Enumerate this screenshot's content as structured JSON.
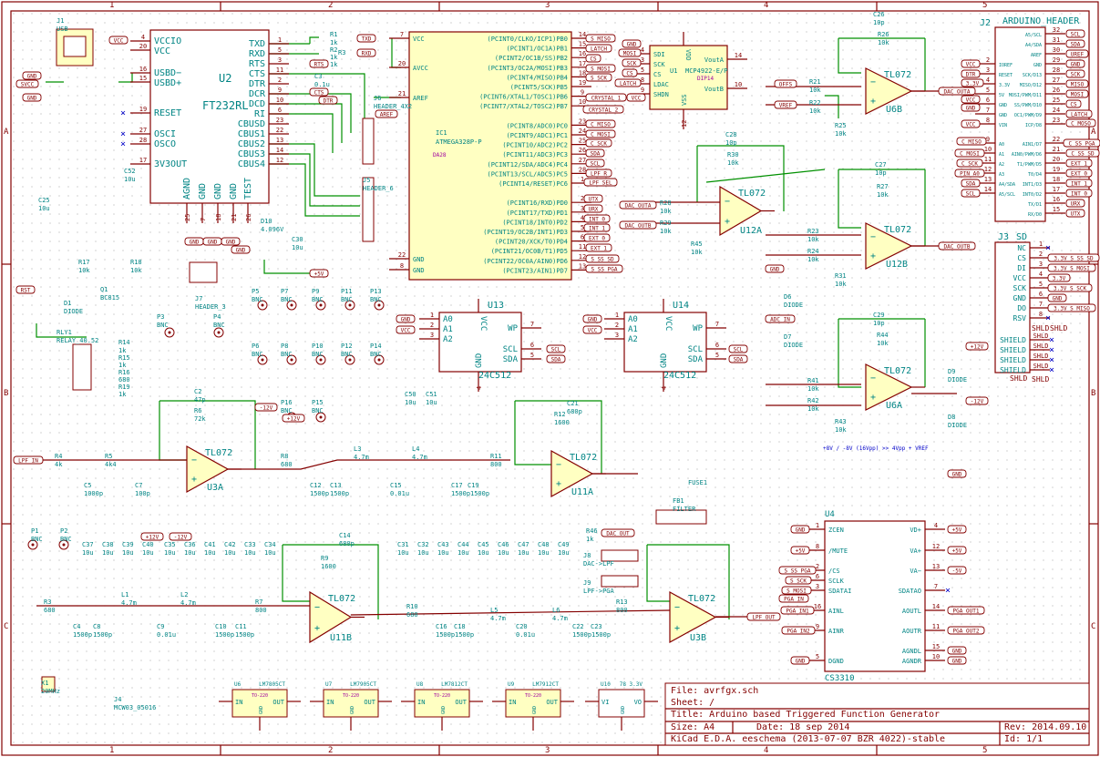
{
  "sheet": {
    "columns": [
      "1",
      "2",
      "3",
      "4",
      "5"
    ],
    "rows": [
      "A",
      "B",
      "C"
    ]
  },
  "colors": {
    "frame": "#840000",
    "text": "#008484",
    "wire": "#009000",
    "body": "#ffffc2",
    "noconnect": "#0000c8"
  },
  "title_block": {
    "file": "File: avrfgx.sch",
    "sheet": "Sheet: /",
    "title": "Title: Arduino based Triggered Function Generator",
    "size": "Size: A4",
    "date": "Date: 18 sep 2014",
    "rev": "Rev: 2014.09.10",
    "kicad": "KiCad E.D.A.  eeschema (2013-07-07 BZR 4022)-stable",
    "id": "Id: 1/1"
  },
  "ics": [
    {
      "ref": "U2",
      "value": "FT232RL",
      "left": [
        [
          "4",
          "VCCIO"
        ],
        [
          "20",
          "VCC"
        ],
        [
          "16",
          "USBD−"
        ],
        [
          "15",
          "USBD+"
        ],
        [
          "19",
          "RESET"
        ],
        [
          "27",
          "OSCI"
        ],
        [
          "28",
          "OSCO"
        ],
        [
          "17",
          "3V3OUT"
        ]
      ],
      "right": [
        [
          "1",
          "TXD"
        ],
        [
          "5",
          "RXD"
        ],
        [
          "3",
          "RTS"
        ],
        [
          "11",
          "CTS"
        ],
        [
          "2",
          "DTR"
        ],
        [
          "9",
          "DCR"
        ],
        [
          "10",
          "DCD"
        ],
        [
          "6",
          "RI"
        ],
        [
          "23",
          "CBUSD"
        ],
        [
          "22",
          "CBUS1"
        ],
        [
          "13",
          "CBUS2"
        ],
        [
          "14",
          "CBUS3"
        ],
        [
          "12",
          "CBUS4"
        ]
      ],
      "bottom": [
        [
          "25",
          "AGND"
        ],
        [
          "7",
          "GND"
        ],
        [
          "18",
          "GND"
        ],
        [
          "21",
          "GND"
        ],
        [
          "26",
          "TEST"
        ]
      ]
    },
    {
      "ref": "IC1",
      "value": "ATMEGA328P-P",
      "extra": "DA28",
      "left": [
        [
          "7",
          "VCC"
        ],
        [
          "20",
          "AVCC"
        ],
        [
          "21",
          "AREF"
        ],
        [
          "22",
          "GND"
        ],
        [
          "8",
          "GND"
        ]
      ],
      "right": [
        [
          "14",
          "(PCINT0/CLKO/ICP1)PB0"
        ],
        [
          "15",
          "(PCINT1/OC1A)PB1"
        ],
        [
          "16",
          "(PCINT2/OC1B/SS)PB2"
        ],
        [
          "17",
          "(PCINT3/OC2A/MOSI)PB3"
        ],
        [
          "18",
          "(PCINT4/MISO)PB4"
        ],
        [
          "19",
          "(PCINT5/SCK)PB5"
        ],
        [
          "9",
          "(PCINT6/XTAL1/TOSC1)PB6"
        ],
        [
          "10",
          "(PCINT7/XTAL2/TOSC2)PB7"
        ],
        [
          "23",
          "(PCINT8/ADC0)PC0"
        ],
        [
          "24",
          "(PCINT9/ADC1)PC1"
        ],
        [
          "25",
          "(PCINT10/ADC2)PC2"
        ],
        [
          "26",
          "(PCINT11/ADC3)PC3"
        ],
        [
          "27",
          "(PCINT12/SDA/ADC4)PC4"
        ],
        [
          "28",
          "(PCINT13/SCL/ADC5)PC5"
        ],
        [
          "1",
          "(PCINT14/RESET)PC6"
        ],
        [
          "2",
          "(PCINT16/RXD)PD0"
        ],
        [
          "3",
          "(PCINT17/TXD)PD1"
        ],
        [
          "4",
          "(PCINT18/INT0)PD2"
        ],
        [
          "5",
          "(PCINT19/OC2B/INT1)PD3"
        ],
        [
          "6",
          "(PCINT20/XCK/T0)PD4"
        ],
        [
          "11",
          "(PCINT21/OC0B/T1)PD5"
        ],
        [
          "12",
          "(PCINT22/OC0A/AIN0)PD6"
        ],
        [
          "13",
          "(PCINT23/AIN1)PD7"
        ]
      ]
    },
    {
      "ref": "J2",
      "value": "ARDUINO_HEADER",
      "left": [
        [
          "2",
          "IOREF"
        ],
        [
          "3",
          "RESET"
        ],
        [
          "4",
          "3.3V"
        ],
        [
          "5",
          "5V"
        ],
        [
          "6",
          "GND"
        ],
        [
          "7",
          "GND"
        ],
        [
          "8",
          "VIN"
        ],
        [
          "9",
          "A0"
        ],
        [
          "10",
          "A1"
        ],
        [
          "11",
          "A2"
        ],
        [
          "12",
          "A3"
        ],
        [
          "13",
          "A4/SDA"
        ],
        [
          "14",
          "A5/SCL"
        ]
      ],
      "right": [
        [
          "32",
          "A5/SCL"
        ],
        [
          "31",
          "A4/SDA"
        ],
        [
          "30",
          "AREF"
        ],
        [
          "29",
          "GND"
        ],
        [
          "28",
          "SCK/D13"
        ],
        [
          "27",
          "MISO/D12"
        ],
        [
          "26",
          "MOSI/PWM/D11"
        ],
        [
          "25",
          "SS/PWM/D10"
        ],
        [
          "24",
          "OC1/PWM/D9"
        ],
        [
          "23",
          "ICP/D8"
        ],
        [
          "22",
          "AIN1/D7"
        ],
        [
          "21",
          "AIN0/PWM/D6"
        ],
        [
          "20",
          "T1/PWM/D5"
        ],
        [
          "19",
          "T0/D4"
        ],
        [
          "18",
          "INT1/D3"
        ],
        [
          "17",
          "INT0/D2"
        ],
        [
          "16",
          "TX/D1"
        ],
        [
          "15",
          "RX/D0"
        ]
      ]
    },
    {
      "ref": "J3",
      "value": "SD",
      "right": [
        [
          "1",
          "NC"
        ],
        [
          "2",
          "CS"
        ],
        [
          "3",
          "DI"
        ],
        [
          "4",
          "VCC"
        ],
        [
          "5",
          "SCK"
        ],
        [
          "6",
          "GND"
        ],
        [
          "7",
          "DO"
        ],
        [
          "8",
          "RSV"
        ],
        [
          "SHLD",
          "SHIELD"
        ],
        [
          "SHLD",
          "SHIELD"
        ],
        [
          "SHLD",
          "SHIELD"
        ],
        [
          "SHLD",
          "SHIELD"
        ]
      ]
    },
    {
      "ref": "U13",
      "value": "24C512",
      "left": [
        [
          "1",
          "A0"
        ],
        [
          "2",
          "A1"
        ],
        [
          "3",
          "A2"
        ]
      ],
      "right": [
        [
          "7",
          "WP"
        ],
        [
          "6",
          "SCL"
        ],
        [
          "5",
          "SDA"
        ]
      ],
      "top": [
        [
          "8",
          "VCC"
        ]
      ],
      "bottom": [
        [
          "4",
          "GND"
        ]
      ]
    },
    {
      "ref": "U14",
      "value": "24C512",
      "left": [
        [
          "1",
          "A0"
        ],
        [
          "2",
          "A1"
        ],
        [
          "3",
          "A2"
        ]
      ],
      "right": [
        [
          "7",
          "WP"
        ],
        [
          "6",
          "SCL"
        ],
        [
          "5",
          "SDA"
        ]
      ],
      "top": [
        [
          "8",
          "VCC"
        ]
      ],
      "bottom": [
        [
          "4",
          "GND"
        ]
      ]
    },
    {
      "ref": "U4",
      "value": "CS3310",
      "left": [
        [
          "1",
          "ZCEN"
        ],
        [
          "8",
          "/MUTE"
        ],
        [
          "2",
          "/CS"
        ],
        [
          "6",
          "SCLK"
        ],
        [
          "3",
          "SDATAI"
        ],
        [
          "16",
          "AINL"
        ],
        [
          "9",
          "AINR"
        ],
        [
          "5",
          "DGND"
        ]
      ],
      "right": [
        [
          "4",
          "VD+"
        ],
        [
          "12",
          "VA+"
        ],
        [
          "13",
          "VA−"
        ],
        [
          "7",
          "SDATAO"
        ],
        [
          "14",
          "AOUTL"
        ],
        [
          "11",
          "AOUTR"
        ],
        [
          "15",
          "AGNDL"
        ],
        [
          "10",
          "AGNDR"
        ]
      ]
    },
    {
      "ref": "U1",
      "value": "MCP4922-E/P",
      "extra": "DIP14",
      "left": [
        [
          "4",
          "SDI"
        ],
        [
          "3",
          "SCK"
        ],
        [
          "5",
          "CS"
        ],
        [
          "8",
          "LDAC"
        ],
        [
          "9",
          "SHDN"
        ]
      ],
      "right": [
        [
          "14",
          "VoutA"
        ],
        [
          "10",
          "VoutB"
        ]
      ],
      "top": [
        [
          "1",
          "VDD"
        ]
      ],
      "bottom": [
        [
          "12",
          "VSS"
        ]
      ]
    }
  ],
  "opamps": [
    {
      "ref": "U6B",
      "value": "TL072"
    },
    {
      "ref": "U12A",
      "value": "TL072"
    },
    {
      "ref": "U12B",
      "value": "TL072"
    },
    {
      "ref": "U6A",
      "value": "TL072"
    },
    {
      "ref": "U3A",
      "value": "TL072"
    },
    {
      "ref": "U11A",
      "value": "TL072"
    },
    {
      "ref": "U11B",
      "value": "TL072"
    },
    {
      "ref": "U3B",
      "value": "TL072"
    }
  ],
  "regulators": [
    {
      "ref": "U6",
      "value": "LM7805CT",
      "pkg": "TO-220",
      "in": "IN",
      "out": "OUT",
      "gnd": "GND"
    },
    {
      "ref": "U7",
      "value": "LM7905CT",
      "pkg": "TO-220",
      "in": "IN",
      "out": "OUT",
      "gnd": "GND"
    },
    {
      "ref": "U8",
      "value": "LM7812CT",
      "pkg": "TO-220",
      "in": "IN",
      "out": "OUT",
      "gnd": "GND"
    },
    {
      "ref": "U9",
      "value": "LM7912CT",
      "pkg": "TO-220",
      "in": "IN",
      "out": "OUT",
      "gnd": "GND"
    },
    {
      "ref": "U10",
      "value": "78 3.3V",
      "pkg": "",
      "in": "VI",
      "out": "VO",
      "gnd": "GND"
    }
  ],
  "parts": [
    [
      "J1",
      "USB"
    ],
    [
      "X1",
      "20MHz"
    ],
    [
      "J4",
      "MCW03_05016"
    ],
    [
      "RLY1",
      "RELAY_40.52"
    ],
    [
      "FB1",
      "FILTER"
    ],
    [
      "FUSE1",
      ""
    ],
    [
      "R1",
      "1k"
    ],
    [
      "R2",
      "1k"
    ],
    [
      "R3",
      "1k"
    ],
    [
      "C3",
      "0.1u"
    ],
    [
      "R21",
      "10k"
    ],
    [
      "R22",
      "10k"
    ],
    [
      "R26",
      "10k"
    ],
    [
      "C26",
      "10p"
    ],
    [
      "R25",
      "10k"
    ],
    [
      "C28",
      "10p"
    ],
    [
      "R30",
      "10k"
    ],
    [
      "R28",
      "10k"
    ],
    [
      "R29",
      "10k"
    ],
    [
      "R45",
      "10k"
    ],
    [
      "C27",
      "10p"
    ],
    [
      "R27",
      "10k"
    ],
    [
      "R23",
      "10k"
    ],
    [
      "R24",
      "10k"
    ],
    [
      "R31",
      "10k"
    ],
    [
      "C29",
      "10p"
    ],
    [
      "R44",
      "10k"
    ],
    [
      "R41",
      "10k"
    ],
    [
      "R42",
      "10k"
    ],
    [
      "R43",
      "10k"
    ],
    [
      "C2",
      "47p"
    ],
    [
      "R6",
      "72k"
    ],
    [
      "R4",
      "4k"
    ],
    [
      "R5",
      "4k4"
    ],
    [
      "C5",
      "1000p"
    ],
    [
      "C7",
      "100p"
    ],
    [
      "R8",
      "680"
    ],
    [
      "L3",
      "4.7m"
    ],
    [
      "L4",
      "4.7m"
    ],
    [
      "C12",
      "1500p"
    ],
    [
      "C13",
      "1500p"
    ],
    [
      "C15",
      "0.01u"
    ],
    [
      "C17",
      "1500p"
    ],
    [
      "C19",
      "1500p"
    ],
    [
      "R11",
      "800"
    ],
    [
      "C21",
      "680p"
    ],
    [
      "R12",
      "1600"
    ],
    [
      "R3",
      "680"
    ],
    [
      "L1",
      "4.7m"
    ],
    [
      "L2",
      "4.7m"
    ],
    [
      "C4",
      "1500p"
    ],
    [
      "C8",
      "1500p"
    ],
    [
      "C9",
      "0.01u"
    ],
    [
      "C10",
      "1500p"
    ],
    [
      "C11",
      "1500p"
    ],
    [
      "R7",
      "800"
    ],
    [
      "C14",
      "680p"
    ],
    [
      "R9",
      "1600"
    ],
    [
      "R10",
      "680"
    ],
    [
      "L5",
      "4.7m"
    ],
    [
      "L6",
      "4.7m"
    ],
    [
      "C16",
      "1500p"
    ],
    [
      "C18",
      "1500p"
    ],
    [
      "C20",
      "0.01u"
    ],
    [
      "C22",
      "1500p"
    ],
    [
      "C23",
      "1500p"
    ],
    [
      "R13",
      "800"
    ],
    [
      "R46",
      "1k"
    ],
    [
      "R17",
      "10k"
    ],
    [
      "R18",
      "10k"
    ],
    [
      "Q1",
      "BC815"
    ],
    [
      "D1",
      "DIODE"
    ],
    [
      "R14",
      "1k"
    ],
    [
      "R15",
      "1k"
    ],
    [
      "R16",
      "680"
    ],
    [
      "R19",
      "1k"
    ],
    [
      "P1",
      "BNC"
    ],
    [
      "P2",
      "BNC"
    ],
    [
      "P3",
      "BNC"
    ],
    [
      "P4",
      "BNC"
    ],
    [
      "P5",
      "BNC"
    ],
    [
      "P7",
      "BNC"
    ],
    [
      "P9",
      "BNC"
    ],
    [
      "P11",
      "BNC"
    ],
    [
      "P13",
      "BNC"
    ],
    [
      "P6",
      "BNC"
    ],
    [
      "P8",
      "BNC"
    ],
    [
      "P10",
      "BNC"
    ],
    [
      "P12",
      "BNC"
    ],
    [
      "P14",
      "BNC"
    ],
    [
      "P16",
      "BNC"
    ],
    [
      "P15",
      "BNC"
    ],
    [
      "C30",
      "10u"
    ],
    [
      "C50",
      "10u"
    ],
    [
      "C51",
      "10u"
    ],
    [
      "C25",
      "10u"
    ],
    [
      "C52",
      "10u"
    ],
    [
      "J7",
      "HEADER_3"
    ],
    [
      "J5",
      "HEADER_6"
    ],
    [
      "J6",
      "HEADER_4X2"
    ],
    [
      "J8",
      "DAC->LPF"
    ],
    [
      "J9",
      "LPF->PGA"
    ],
    [
      "D6",
      "DIODE"
    ],
    [
      "D7",
      "DIODE"
    ],
    [
      "D8",
      "DIODE"
    ],
    [
      "D9",
      "DIODE"
    ],
    [
      "D10",
      "4.096V"
    ],
    [
      "C37",
      "10u"
    ],
    [
      "C38",
      "10u"
    ],
    [
      "C39",
      "10u"
    ],
    [
      "C40",
      "10u"
    ],
    [
      "C35",
      "10u"
    ],
    [
      "C36",
      "10u"
    ],
    [
      "C41",
      "10u"
    ],
    [
      "C42",
      "10u"
    ],
    [
      "C33",
      "10u"
    ],
    [
      "C34",
      "10u"
    ],
    [
      "C31",
      "10u"
    ],
    [
      "C32",
      "10u"
    ],
    [
      "C43",
      "10u"
    ],
    [
      "C44",
      "10u"
    ],
    [
      "C45",
      "10u"
    ],
    [
      "C46",
      "10u"
    ],
    [
      "C47",
      "10u"
    ],
    [
      "C48",
      "10u"
    ],
    [
      "C49",
      "10u"
    ]
  ],
  "net_labels": [
    "VCC",
    "GND",
    "SVCC",
    "GND",
    "RTS",
    "RXD",
    "TXD",
    "CTS",
    "DTR",
    "RST",
    "GND",
    "GND",
    "GND",
    "GND",
    "+5V",
    "S_MISO",
    "LATCH",
    "CS",
    "S_MOSI",
    "S_SCK",
    "CRYSTAL_1",
    "CRYSTAL_2",
    "C_MISO",
    "C_MOSI",
    "C_SCK",
    "SDA",
    "SCL",
    "LPF_R",
    "LPF_SEL",
    "UTX",
    "URX",
    "INT_0",
    "INT_1",
    "EXT_0",
    "EXT_1",
    "S_SS_SD",
    "S_SS_PGA",
    "AREF",
    "MOSI",
    "SCK",
    "CS",
    "LATCH",
    "VCC",
    "GND",
    "DAC_OUTA",
    "DAC_OUTB",
    "OFFS",
    "VREF",
    "DAC_OUTA",
    "DAC_OUTB",
    "ADC_IN",
    "GND",
    "+12V",
    "-12V",
    "SCL",
    "SDA",
    "SCL",
    "SDA",
    "GND",
    "GND",
    "VCC",
    "VCC",
    "GND",
    "+5V",
    "S_SS_PGA",
    "S_SCK",
    "S_MOSI",
    "PGA_IN1",
    "PGA_IN2",
    "GND",
    "+5V",
    "+5V",
    "-5V",
    "PGA_OUT1",
    "PGA_OUT2",
    "GND",
    "GND",
    "SCL",
    "SDA",
    "UREF",
    "GND",
    "SCK",
    "MISO",
    "MOSI",
    "CS",
    "LATCH",
    "C_MOSO",
    "C_SS_PGA",
    "C_SS_SD",
    "EXT_1",
    "EXT_0",
    "INT_1",
    "INT_0",
    "URX",
    "UTX",
    "VCC",
    "DTR",
    "3.3V",
    "VCC",
    "GND",
    "VCC",
    "C_MISO",
    "C_MOSI",
    "C_SCK",
    "PIN_A0",
    "SDA",
    "SCL",
    "3.3V_S_SS_SD",
    "3.3V_S_MOSI",
    "3.3V",
    "3.3V_S_SCK",
    "GND",
    "3.3V_S_MISO",
    "LPF_IN",
    "LPF_OUT",
    "PGA_IN",
    "DAC_OUT",
    "GND",
    "+12V",
    "-12V",
    "+12V",
    "-12V"
  ],
  "no_connect_glyph": "×",
  "notes": [
    "+8V / -8V (16Vpp) >> 4Vpp + VREF",
    "SHLD"
  ]
}
